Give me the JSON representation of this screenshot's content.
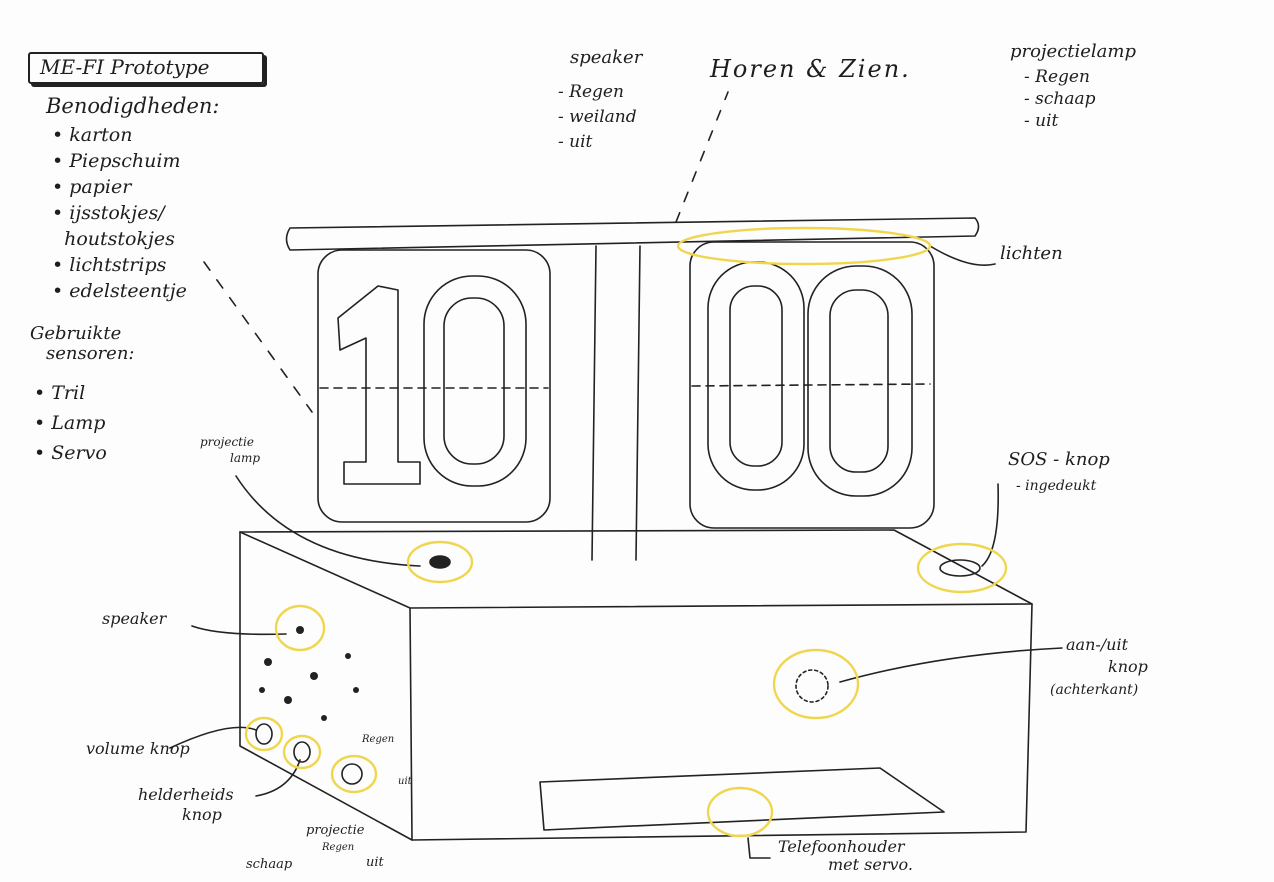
{
  "title": "ME-FI Prototype",
  "needs": {
    "heading": "Benodigdheden:",
    "items": [
      "karton",
      "Piepschuim",
      "papier",
      "ijsstokjes/",
      "houtstokjes",
      "lichtstrips",
      "edelsteentje"
    ]
  },
  "sensors": {
    "heading_1": "Gebruikte",
    "heading_2": "sensoren:",
    "items": [
      "Tril",
      "Lamp",
      "Servo"
    ]
  },
  "top": {
    "speaker": "speaker",
    "center": "Horen & Zien.",
    "projectielamp": "projectielamp",
    "speaker_opts": [
      "Regen",
      "weiland",
      "uit"
    ],
    "lamp_opts": [
      "Regen",
      "schaap",
      "uit"
    ]
  },
  "clock": {
    "hours": "10",
    "minutes": "00"
  },
  "labels": {
    "lichten": "lichten",
    "projectie_lamp_1": "projectie",
    "projectie_lamp_2": "lamp",
    "sos_1": "SOS - knop",
    "sos_2": "- ingedeukt",
    "speaker": "speaker",
    "aanuit_1": "aan-/uit",
    "aanuit_2": "knop",
    "aanuit_3": "(achterkant)",
    "volume": "volume knop",
    "helderheid_1": "helderheids",
    "helderheid_2": "knop",
    "regen_small": "Regen",
    "uit_small": "uit",
    "projectie_small": "projectie",
    "regen_small_2": "Regen",
    "schaap_small": "schaap",
    "uit_small_2": "uit",
    "telefoon_1": "Telefoonhouder",
    "telefoon_2": "met servo."
  },
  "colors": {
    "ink": "#1e1e1e",
    "highlight": "#f0d64e"
  }
}
